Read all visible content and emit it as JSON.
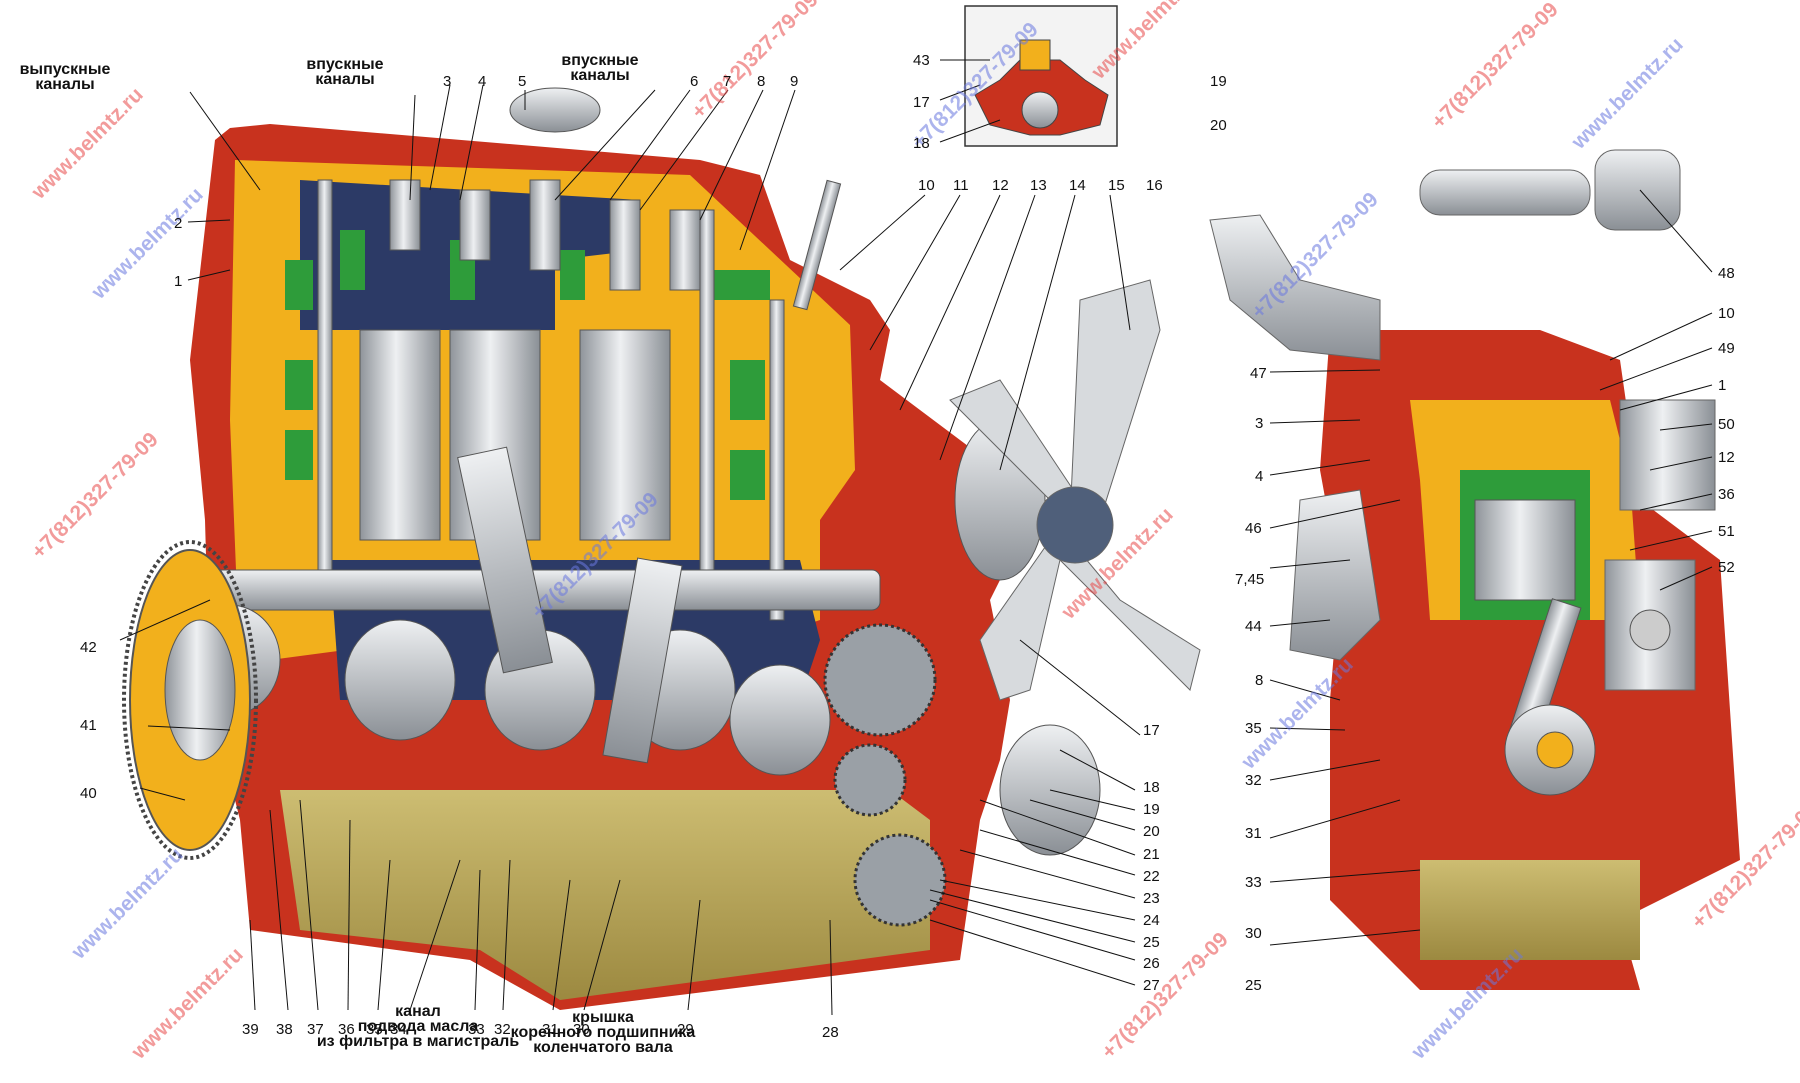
{
  "labels": {
    "exhaust_channels": "выпускные\nканалы",
    "intake_channels_a": "впускные\nканалы",
    "intake_channels_b": "впускные\nканалы",
    "oil_channel": "канал\nподвода масла\nиз фильтра в магистраль",
    "bearing_cap": "крышка\nкоренного подшипника\nколенчатого вала"
  },
  "numbers": {
    "n1": "1",
    "n2": "2",
    "n3": "3",
    "n4": "4",
    "n5": "5",
    "n6": "6",
    "n7": "7",
    "n8": "8",
    "n9": "9",
    "n10": "10",
    "n11": "11",
    "n12": "12",
    "n13": "13",
    "n14": "14",
    "n15": "15",
    "n16": "16",
    "n17": "17",
    "n18": "18",
    "n19": "19",
    "n20": "20",
    "n21": "21",
    "n22": "22",
    "n23": "23",
    "n24": "24",
    "n25": "25",
    "n26": "26",
    "n27": "27",
    "n28": "28",
    "n29": "29",
    "n30": "30",
    "n31": "31",
    "n32": "32",
    "n33": "33",
    "n34": "34",
    "n35": "35",
    "n36": "36",
    "n37": "37",
    "n38": "38",
    "n39": "39",
    "n40": "40",
    "n41": "41",
    "n42": "42",
    "n43": "43",
    "n17b": "17",
    "n18b": "18",
    "n19b": "19",
    "n20b": "20",
    "r48": "48",
    "r10": "10",
    "r49": "49",
    "r1": "1",
    "r47": "47",
    "r50": "50",
    "r3": "3",
    "r12": "12",
    "r4": "4",
    "r36": "36",
    "r46": "46",
    "r51": "51",
    "r745": "7,45",
    "r52": "52",
    "r44": "44",
    "r8": "8",
    "r35": "35",
    "r32": "32",
    "r31": "31",
    "r33": "33",
    "r30": "30",
    "r25": "25"
  },
  "watermarks": {
    "site": "www.belmtz.ru",
    "phone": "+7(812)327-79-09"
  },
  "colors": {
    "block_red": "#c8321e",
    "body_yellow": "#f2b01c",
    "steel_gray": "#b8bcc2",
    "coolant_green": "#2e9c3a",
    "oil_khaki": "#b8a45a",
    "interior_navy": "#2c3a66"
  }
}
